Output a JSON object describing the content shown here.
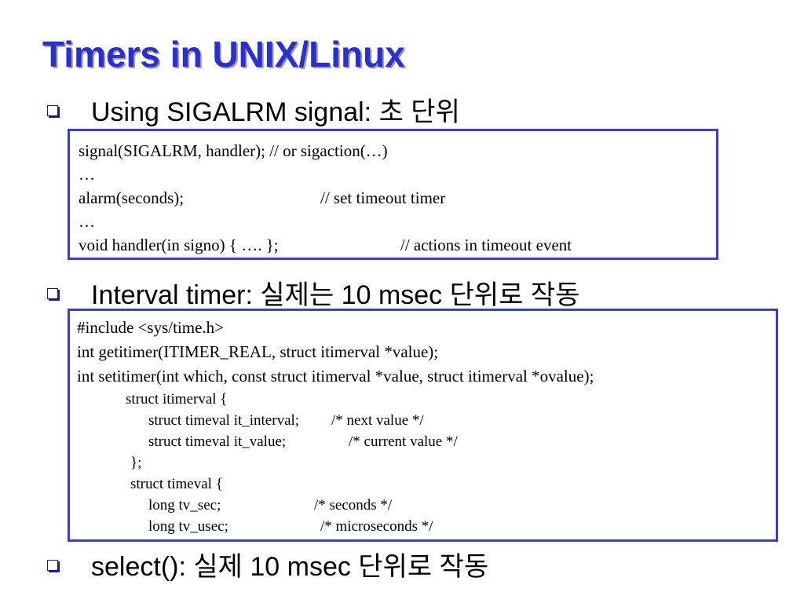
{
  "slide": {
    "title": "Timers in UNIX/Linux",
    "bullets": [
      {
        "text": "Using SIGALRM signal: 초 단위"
      },
      {
        "text": "Interval timer: 실제는 10 msec 단위로 작동"
      },
      {
        "text": "select(): 실제 10 msec 단위로 작동"
      }
    ],
    "code_block_1": {
      "lines": [
        {
          "code": "signal(SIGALRM, handler); // or sigaction(…)",
          "comment": ""
        },
        {
          "code": "…",
          "comment": ""
        },
        {
          "code": "alarm(seconds);",
          "comment": "// set timeout timer"
        },
        {
          "code": "…",
          "comment": ""
        },
        {
          "code": "void handler(in signo) { …. };",
          "comment": "// actions in timeout event"
        }
      ]
    },
    "code_block_2": {
      "lines": [
        {
          "code": "#include <sys/time.h>",
          "comment": ""
        },
        {
          "code": "int getitimer(ITIMER_REAL, struct itimerval *value);",
          "comment": ""
        },
        {
          "code": "int setitimer(int which, const struct itimerval *value, struct itimerval *ovalue);",
          "comment": ""
        },
        {
          "code": "struct itimerval {",
          "comment": ""
        },
        {
          "code": "struct timeval it_interval;",
          "comment": "/* next value */"
        },
        {
          "code": "struct timeval it_value;",
          "comment": "/* current value */"
        },
        {
          "code": "};",
          "comment": ""
        },
        {
          "code": "struct timeval {",
          "comment": ""
        },
        {
          "code": "long tv_sec;",
          "comment": "/* seconds */"
        },
        {
          "code": "long tv_usec;",
          "comment": "/* microseconds */"
        }
      ]
    }
  }
}
